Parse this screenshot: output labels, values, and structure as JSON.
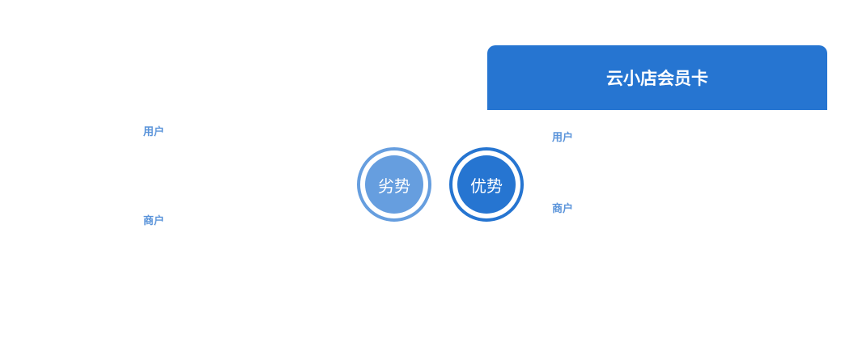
{
  "left_labels": {
    "user": "用户",
    "merchant": "商户"
  },
  "circles": {
    "disadvantage": "劣势",
    "advantage": "优势"
  },
  "card": {
    "title": "云小店会员卡",
    "user": "用户",
    "merchant": "商户"
  },
  "colors": {
    "primary": "#2675d1",
    "light": "#669edf"
  }
}
